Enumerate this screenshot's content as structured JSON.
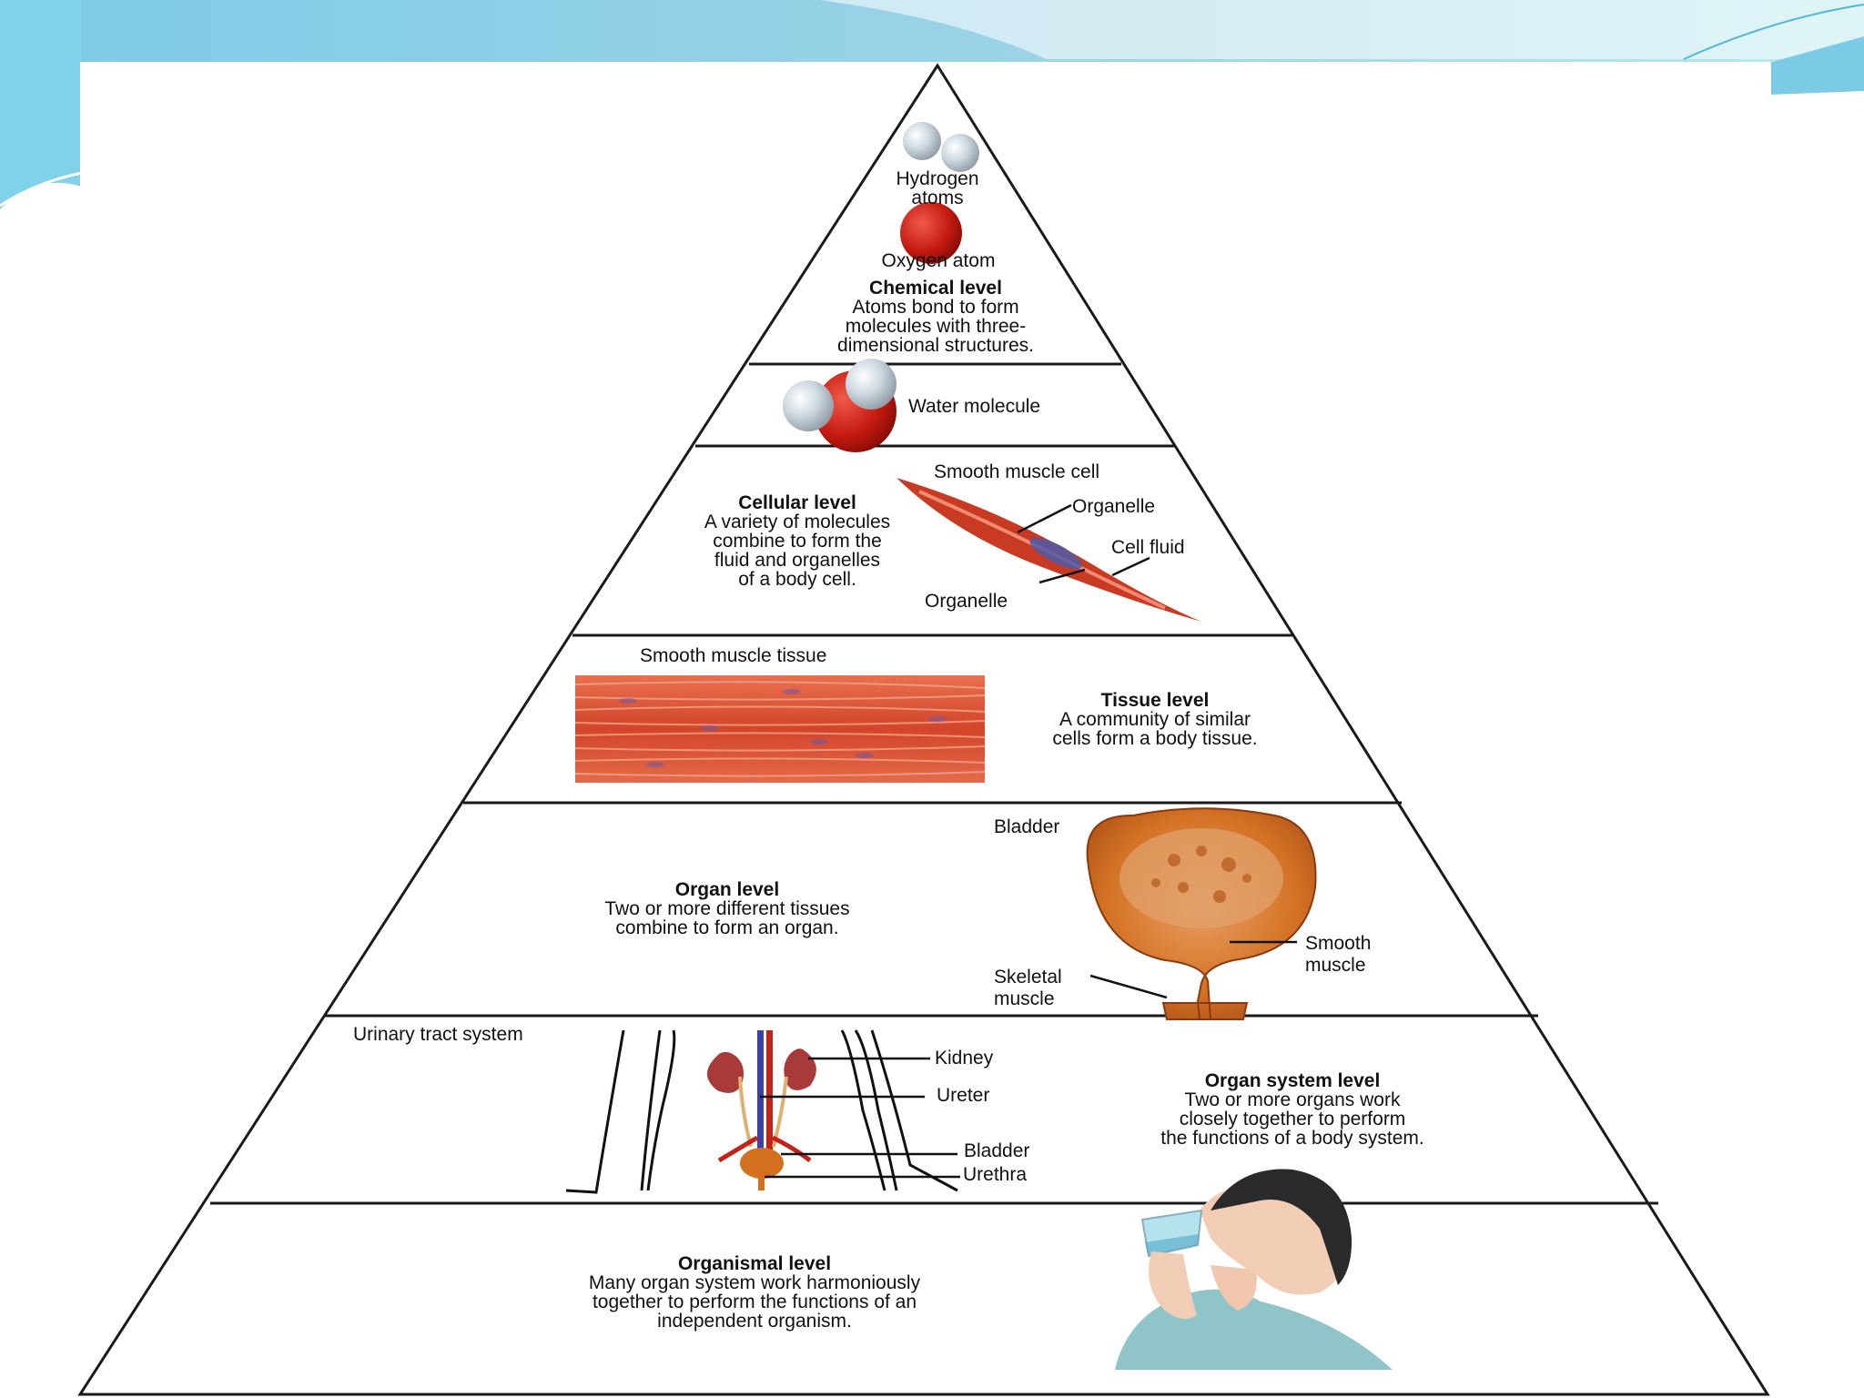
{
  "levels": {
    "chemical": {
      "title": "Chemical level",
      "desc": "Atoms bond to form\nmolecules with three-\ndimensional structures.",
      "labels": {
        "hydrogen": "Hydrogen\natoms",
        "oxygen": "Oxygen atom"
      }
    },
    "molecule": {
      "label": "Water molecule"
    },
    "cellular": {
      "title": "Cellular level",
      "desc": "A variety of molecules\ncombine to form the\nfluid and organelles\nof a body cell.",
      "labels": {
        "cell": "Smooth muscle cell",
        "organelle_top": "Organelle",
        "cell_fluid": "Cell fluid",
        "organelle_bottom": "Organelle"
      }
    },
    "tissue": {
      "title": "Tissue level",
      "desc": "A community of similar\ncells form a body tissue.",
      "labels": {
        "tissue": "Smooth muscle tissue"
      }
    },
    "organ": {
      "title": "Organ level",
      "desc": "Two or more different tissues\ncombine to form an organ.",
      "labels": {
        "bladder": "Bladder",
        "smooth": "Smooth\nmuscle",
        "skeletal": "Skeletal\nmuscle"
      }
    },
    "system": {
      "title": "Organ system level",
      "desc": "Two or more organs work\nclosely together to perform\nthe functions of a body system.",
      "labels": {
        "system": "Urinary tract system",
        "kidney": "Kidney",
        "ureter": "Ureter",
        "bladder": "Bladder",
        "urethra": "Urethra"
      }
    },
    "organism": {
      "title": "Organismal level",
      "desc": "Many organ system work harmoniously\ntogether to perform the functions of an\nindependent organism."
    }
  },
  "colors": {
    "banner": "#8ec6e0",
    "banner_light": "#bfe6f0",
    "accent": "#c62812",
    "tissue": "#d84a2e",
    "bladder": "#d4711f"
  }
}
